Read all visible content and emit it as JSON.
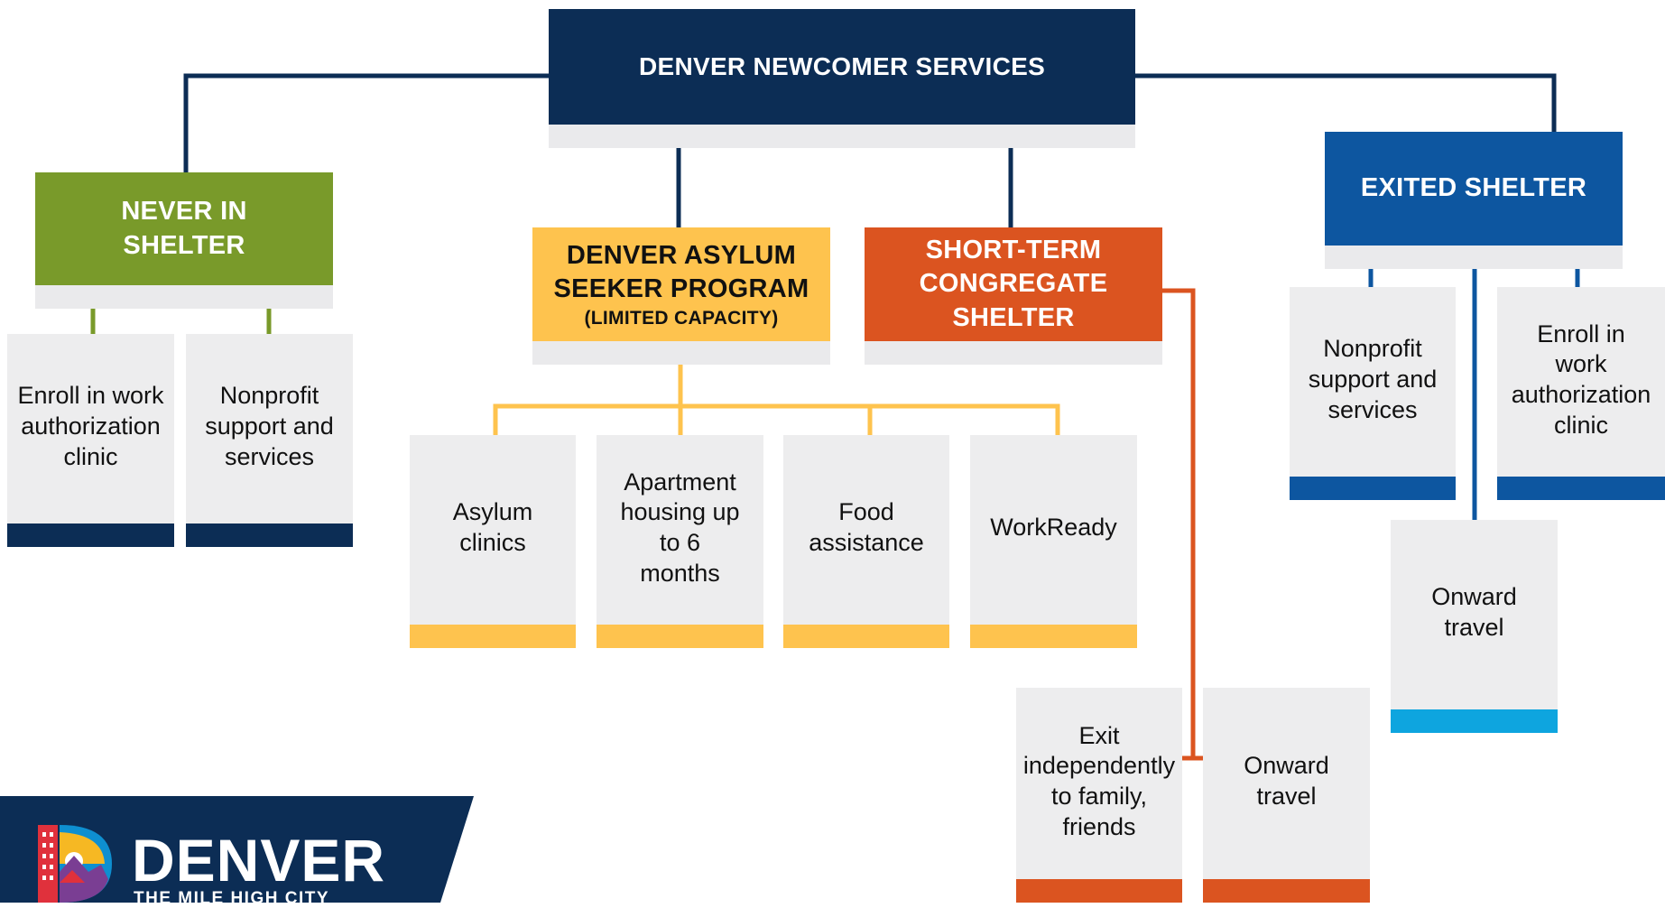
{
  "root": {
    "title": "DENVER NEWCOMER SERVICES",
    "color": "#0c2d55"
  },
  "branches": {
    "never_in_shelter": {
      "title": "NEVER IN\nSHELTER",
      "color": "#799a2a",
      "items": [
        "Enroll in work\nauthorization\nclinic",
        "Nonprofit\nsupport and\nservices"
      ],
      "bar_color": "#0c2d55"
    },
    "asylum_program": {
      "title": "DENVER ASYLUM\nSEEKER PROGRAM",
      "subtitle": "(LIMITED CAPACITY)",
      "color": "#fec34e",
      "items": [
        "Asylum\nclinics",
        "Apartment\nhousing up\nto 6\nmonths",
        "Food\nassistance",
        "WorkReady"
      ],
      "bar_color": "#fec34e"
    },
    "congregate_shelter": {
      "title": "SHORT-TERM\nCONGREGATE\nSHELTER",
      "color": "#db5420",
      "items": [
        "Exit\nindependently\nto family,\nfriends",
        "Onward\ntravel"
      ],
      "bar_color": "#db5420"
    },
    "exited_shelter": {
      "title": "EXITED SHELTER",
      "color": "#0d56a0",
      "items": [
        "Nonprofit\nsupport and\nservices",
        "Enroll in\nwork\nauthorization\nclinic",
        "Onward\ntravel"
      ],
      "bar_color": "#0d56a0",
      "accent_bar_color": "#0ea5df"
    }
  },
  "logo": {
    "wordmark": "DENVER",
    "tagline": "THE MILE HIGH CITY"
  }
}
